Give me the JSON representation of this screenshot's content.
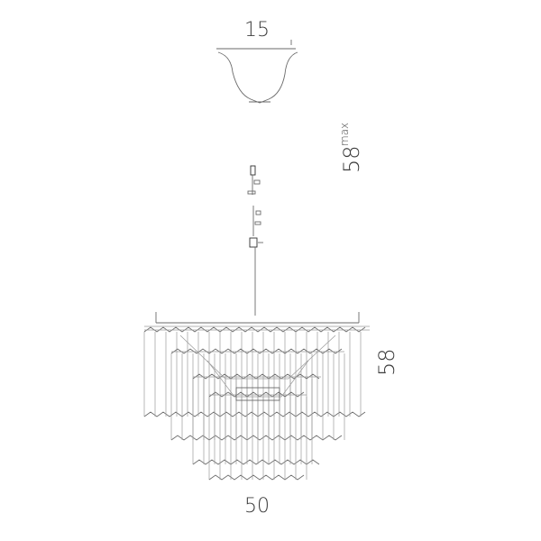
{
  "dimensions": {
    "canopy_width": "15",
    "max_height_value": "58",
    "max_height_suffix": "max",
    "body_height": "58",
    "body_width": "50"
  },
  "colors": {
    "line": "#6a6a6a",
    "line_dark": "#2f2f2f",
    "text": "#3d3d3d"
  }
}
